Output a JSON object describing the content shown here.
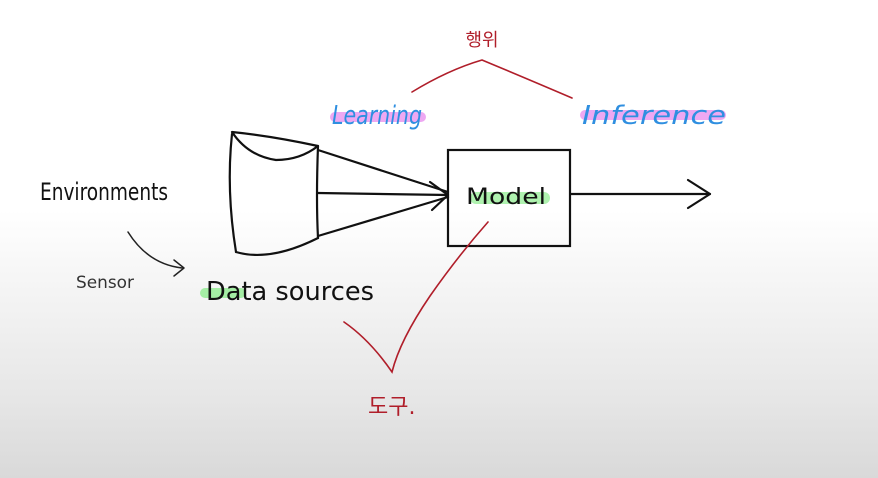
{
  "labels": {
    "action": "행위",
    "learning": "Learning",
    "inference": "Inference",
    "model": "Model",
    "environments": "Environments",
    "sensor": "Sensor",
    "data_sources": "Data sources",
    "bottom_note": "도구."
  },
  "colors": {
    "ink": "#111111",
    "red_annotation": "#b01e2a",
    "blue_text": "#2f8fe0",
    "magenta_highlight": "#e060e8",
    "green_highlight": "#6ee86e"
  }
}
